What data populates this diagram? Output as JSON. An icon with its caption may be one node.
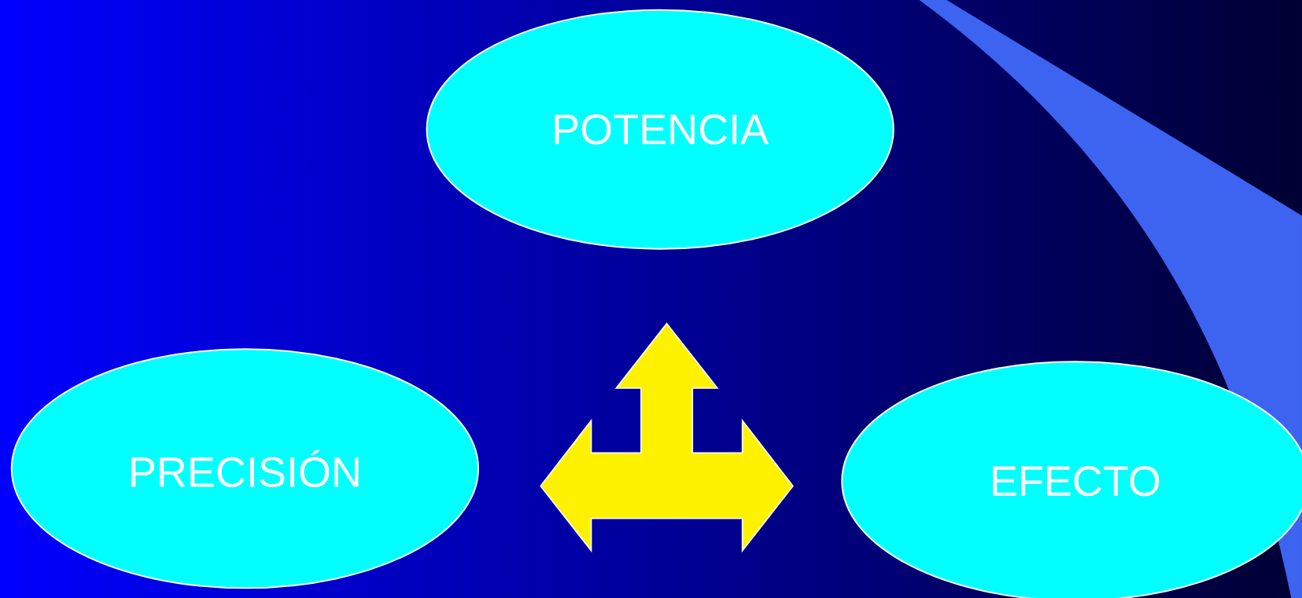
{
  "diagram": {
    "nodes": [
      {
        "text": [
          "POTENCIA"
        ]
      },
      {
        "text": [
          "PRECISIÓN"
        ]
      },
      {
        "text": [],
        "shape": "arrow"
      },
      {
        "text": [
          "EFECTO"
        ]
      }
    ]
  }
}
